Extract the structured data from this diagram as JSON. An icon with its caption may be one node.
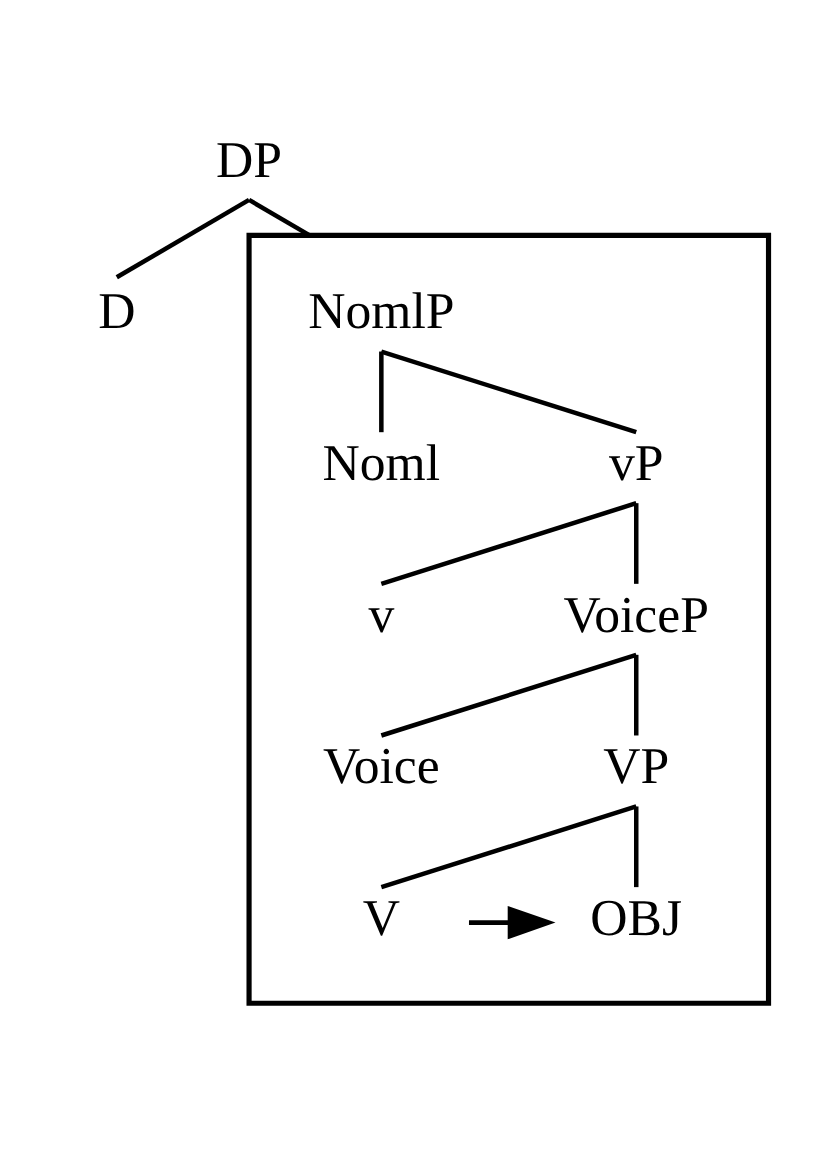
{
  "diagram": {
    "nodes": [
      {
        "text": [
          "DP"
        ]
      },
      {
        "text": [
          "D"
        ]
      },
      {
        "text": [],
        "shape": "box"
      },
      {
        "text": [
          "NomlP"
        ],
        "in": 2
      },
      {
        "text": [
          "Noml"
        ],
        "in": 2
      },
      {
        "text": [
          "vP"
        ],
        "in": 2
      },
      {
        "text": [
          "v"
        ],
        "in": 2
      },
      {
        "text": [
          "VoiceP"
        ],
        "in": 2
      },
      {
        "text": [
          "Voice"
        ],
        "in": 2
      },
      {
        "text": [
          "VP"
        ],
        "in": 2
      },
      {
        "text": [
          "V"
        ],
        "in": 2
      },
      {
        "text": [
          "OBJ"
        ],
        "in": 2
      }
    ],
    "edges": [
      {
        "from": 0,
        "to": 1,
        "arrow": "none"
      },
      {
        "from": 0,
        "to": 2,
        "arrow": "none"
      },
      {
        "from": 3,
        "to": 4,
        "arrow": "none"
      },
      {
        "from": 3,
        "to": 5,
        "arrow": "none"
      },
      {
        "from": 5,
        "to": 6,
        "arrow": "none"
      },
      {
        "from": 5,
        "to": 7,
        "arrow": "none"
      },
      {
        "from": 7,
        "to": 8,
        "arrow": "none"
      },
      {
        "from": 7,
        "to": 9,
        "arrow": "none"
      },
      {
        "from": 9,
        "to": 10,
        "arrow": "none"
      },
      {
        "from": 9,
        "to": 11,
        "arrow": "none"
      },
      {
        "from": 10,
        "to": 11,
        "arrow": "to"
      }
    ]
  }
}
